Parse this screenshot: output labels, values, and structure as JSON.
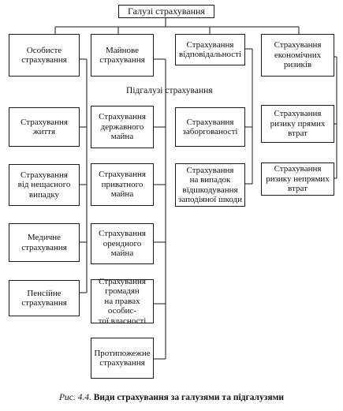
{
  "diagram": {
    "root": "Галузі страхування",
    "branches": [
      {
        "header": "Особисте\nстрахування",
        "items": [
          "Страхування\nжиття",
          "Страхування\nвід нещасного\nвипадку",
          "Медичне\nстрахування",
          "Пенсійне\nстрахування"
        ]
      },
      {
        "header": "Майнове\nстрахування",
        "items": [
          "Страхування\nдержавного\nмайна",
          "Страхування\nприватного\nмайна",
          "Страхування\nорендного\nмайна",
          "Страхування\nгромадян\nна правах особис-\nтої власності",
          "Протипожежне\nстрахування"
        ]
      },
      {
        "header": "Страхування\nвідповідальності",
        "items": [
          "Страхування\nзаборгованості",
          "Страхування\nна випадок\nвідшкодування\nзаподіяної шкоди"
        ]
      },
      {
        "header": "Страхування\nекономічних\nризиків",
        "items": [
          "Страхування\nризику прямих\nвтрат",
          "Страхування\nризику непрямих\nвтрат"
        ]
      }
    ],
    "subbranch_label": "Підгалузі страхування"
  },
  "caption": {
    "figure": "Рис. 4.4.",
    "title": "Види страхування за галузями та підгалузями"
  }
}
